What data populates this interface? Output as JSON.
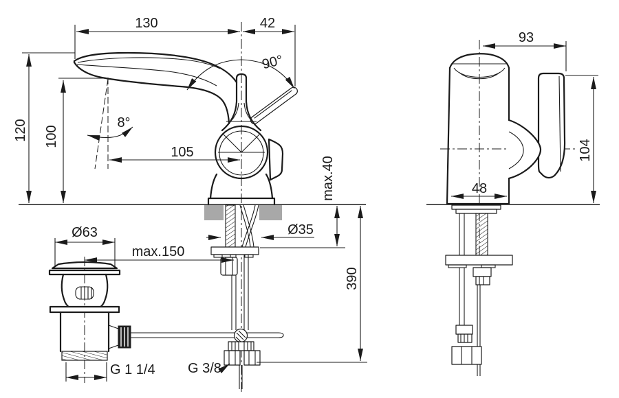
{
  "colors": {
    "line": "#1b1b1b",
    "background": "#ffffff",
    "countertop_fill": "#a8a8a8"
  },
  "front_view": {
    "dims": {
      "spout_reach": "130",
      "handle_offset": "42",
      "handle_rotation_angle": "90°",
      "spout_tilt_angle": "8°",
      "outlet_to_axis": "105",
      "height_overall": "120",
      "height_outlet": "100",
      "deck_thickness_max": "max.40",
      "waste_diameter": "Ø63",
      "waste_to_axis_max": "max.150",
      "hole_diameter": "Ø35",
      "hose_drop": "390",
      "waste_thread": "G 1 1/4",
      "supply_thread": "G 3/8"
    }
  },
  "side_view": {
    "dims": {
      "depth_overall": "93",
      "handle_height": "104",
      "base_depth": "48"
    }
  }
}
